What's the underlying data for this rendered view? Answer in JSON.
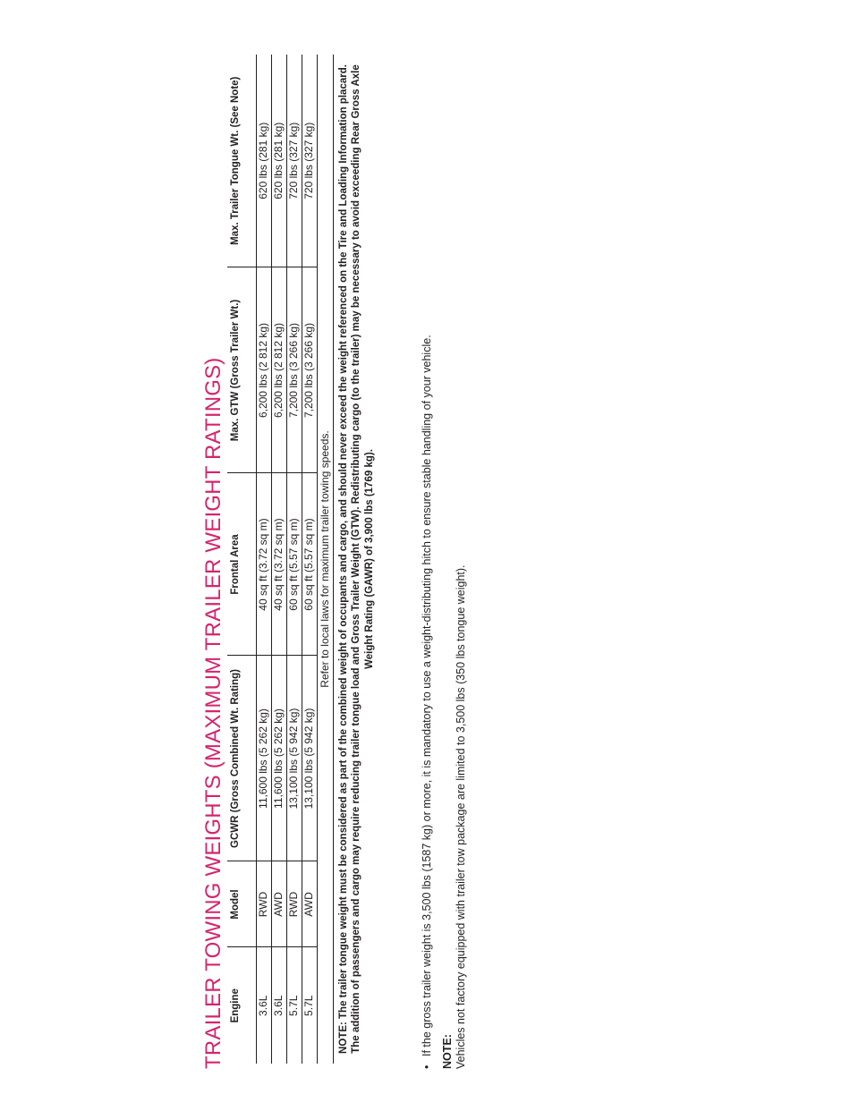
{
  "title": "TRAILER TOWING WEIGHTS (MAXIMUM TRAILER WEIGHT RATINGS)",
  "table": {
    "headers": [
      "Engine",
      "Model",
      "GCWR (Gross Combined Wt. Rating)",
      "Frontal Area",
      "Max. GTW (Gross Trailer Wt.)",
      "Max. Trailer Tongue Wt. (See Note)"
    ],
    "rows": [
      [
        "3.6L",
        "RWD",
        "11,600 lbs (5 262 kg)",
        "40 sq ft (3.72 sq m)",
        "6,200 lbs (2 812 kg)",
        "620 lbs (281 kg)"
      ],
      [
        "3.6L",
        "AWD",
        "11,600 lbs (5 262 kg)",
        "40 sq ft (3.72 sq m)",
        "6,200 lbs (2 812 kg)",
        "620 lbs (281 kg)"
      ],
      [
        "5.7L",
        "RWD",
        "13,100 lbs (5 942 kg)",
        "60 sq ft (5.57 sq m)",
        "7,200 lbs (3 266 kg)",
        "720 lbs (327 kg)"
      ],
      [
        "5.7L",
        "AWD",
        "13,100 lbs (5 942 kg)",
        "60 sq ft (5.57 sq m)",
        "7,200 lbs (3 266 kg)",
        "720 lbs (327 kg)"
      ]
    ],
    "refer_text": "Refer to local laws for maximum trailer towing speeds.",
    "note_text": "NOTE: The trailer tongue weight must be considered as part of the combined weight of occupants and cargo, and should never exceed the weight referenced on the Tire and Loading Information placard. The addition of passengers and cargo may require reducing trailer tongue load and Gross Trailer Weight (GTW). Redistributing cargo (to the trailer) may be necessary to avoid exceeding Rear Gross Axle Weight Rating (GAWR) of 3,900 lbs (1769 kg)."
  },
  "bullet_text": "If the gross trailer weight is 3,500 lbs (1587 kg) or more, it is mandatory to use a weight-distributing hitch to ensure stable handling of your vehicle.",
  "note_label": "NOTE:",
  "note_body": "Vehicles not factory equipped with trailer tow package are limited to 3,500 lbs (350 lbs tongue weight).",
  "colors": {
    "title": "#d6246e",
    "text": "#231f20",
    "background": "#ffffff"
  }
}
